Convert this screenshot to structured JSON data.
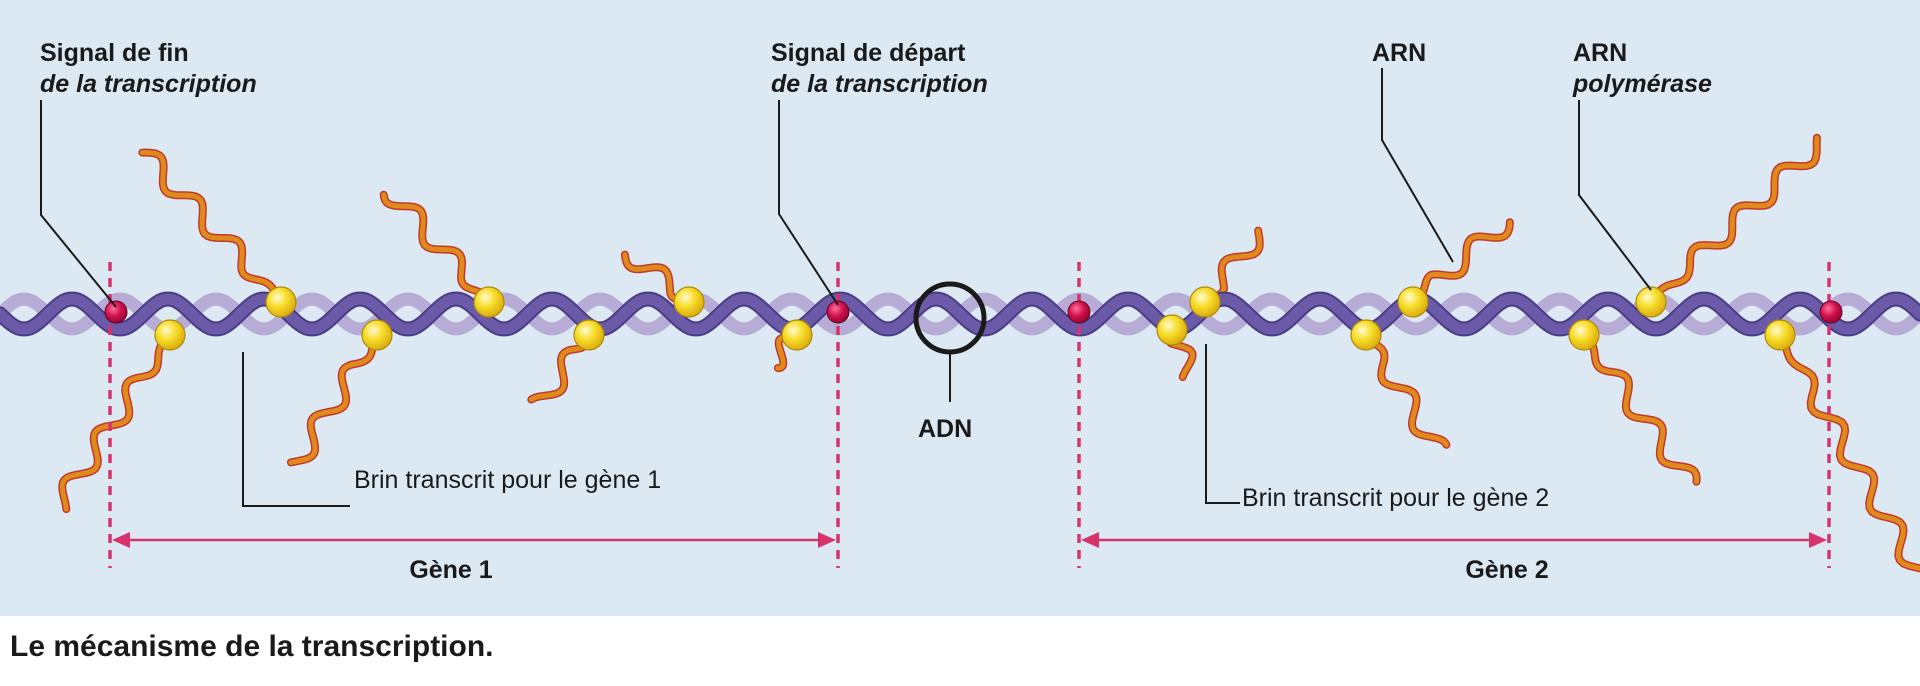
{
  "labels": {
    "end_signal_line1": "Signal de fin",
    "end_signal_line2": "de la transcription",
    "start_signal_line1": "Signal de départ",
    "start_signal_line2": "de la transcription",
    "rna": "ARN",
    "polymerase_line1": "ARN",
    "polymerase_line2": "polymérase",
    "dna": "ADN",
    "strand_gene1": "Brin transcrit pour le gène 1",
    "strand_gene2": "Brin transcrit pour le gène 2",
    "gene1": "Gène 1",
    "gene2": "Gène 2"
  },
  "caption": "Le mécanisme de la transcription.",
  "colors": {
    "background": "#dce9f3",
    "dna_dark_strand": "#6b5aa8",
    "dna_light_strand": "#b6acd6",
    "rna": "#e08a1e",
    "rna_outline": "#c0392b",
    "polymerase": "#f5d21c",
    "signal": "#c8104a",
    "gene_boundary": "#d6336c",
    "leader_line": "#1a1a1a"
  },
  "icons": {
    "polymerase": "yellow-sphere",
    "signal": "red-dot",
    "dna_marker": "circle-outline"
  }
}
